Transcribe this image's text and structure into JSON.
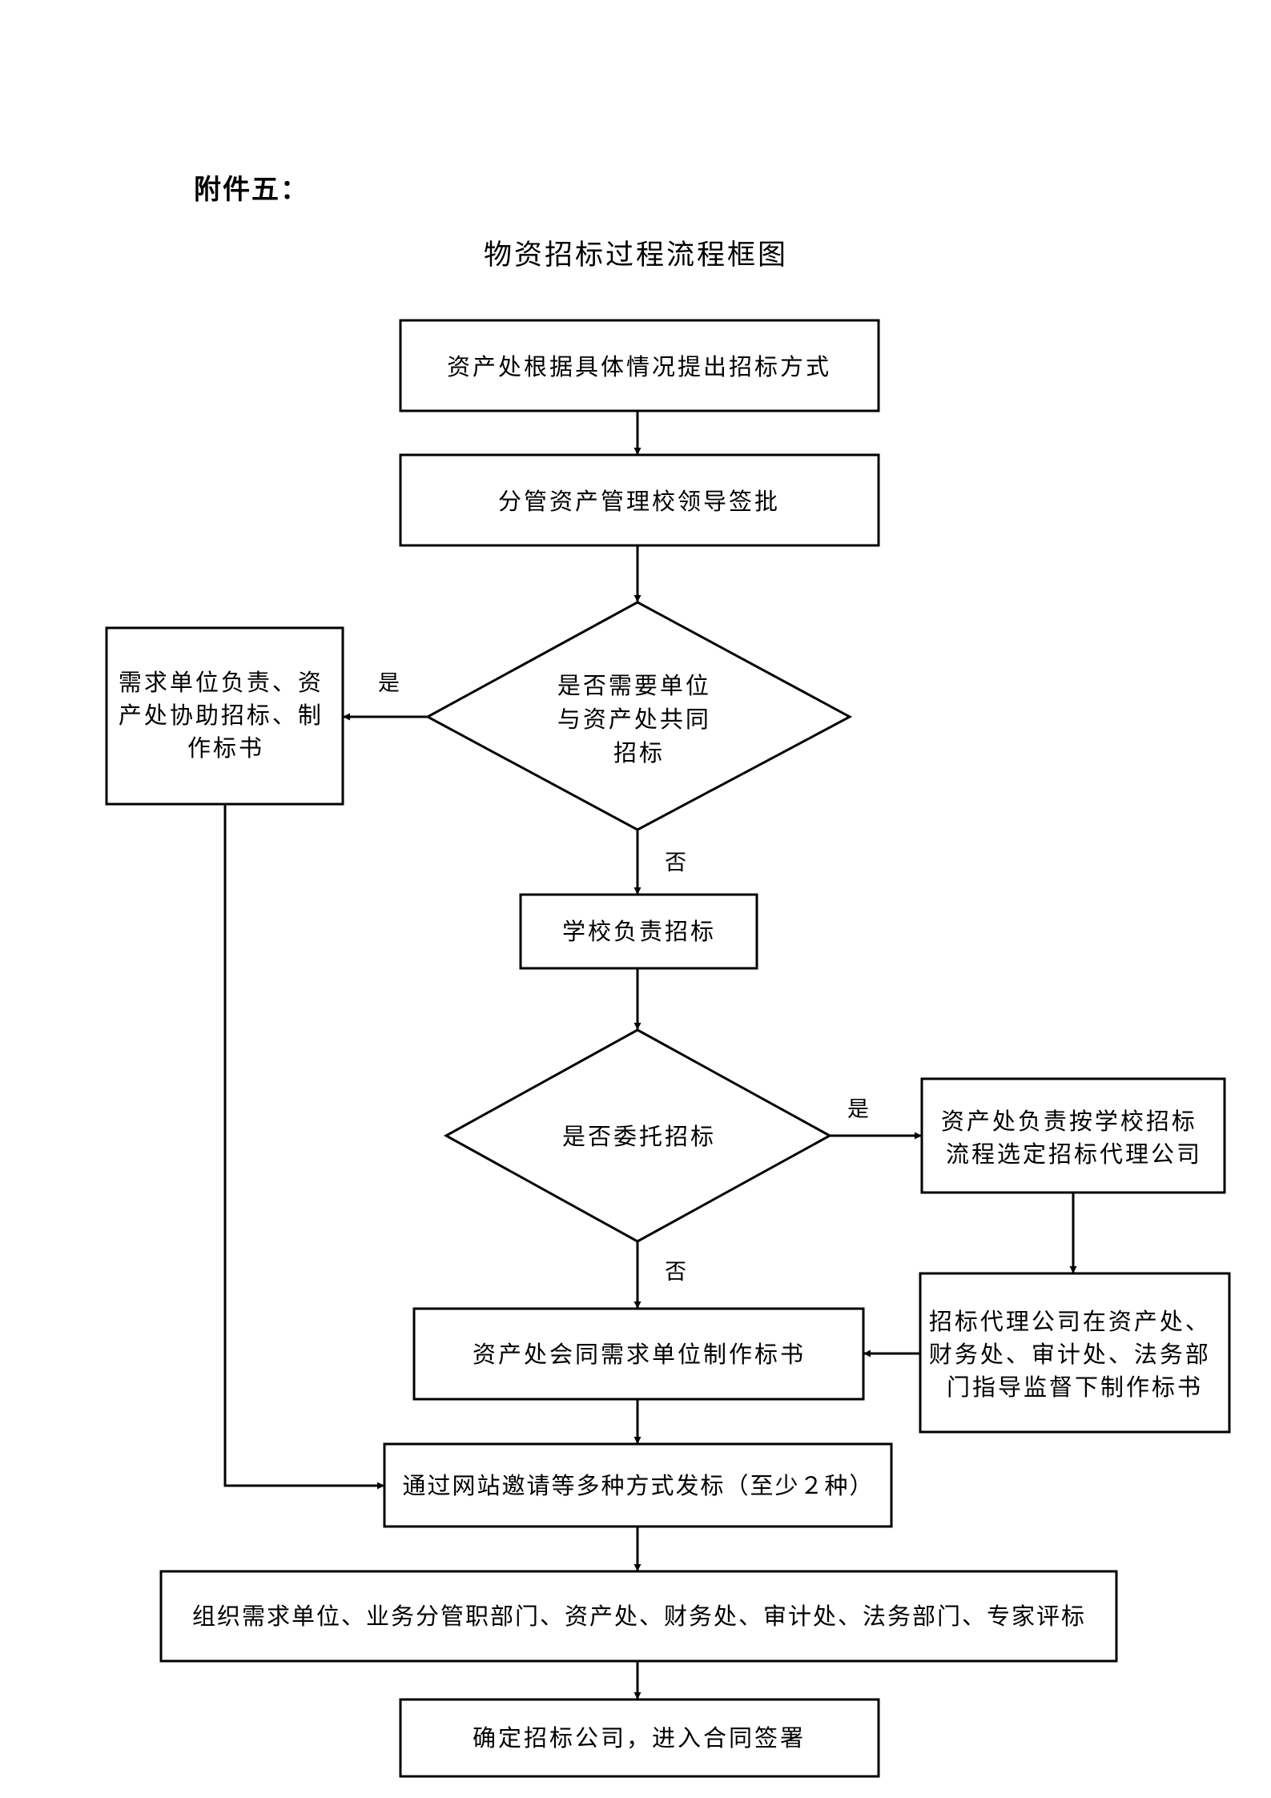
{
  "header": {
    "attachment_label": "附件五：",
    "title": "物资招标过程流程框图"
  },
  "nodes": {
    "propose": [
      "资产处根据具体情况提出招标方式"
    ],
    "approve": [
      "分管资产管理校领导签批"
    ],
    "joint_decision": [
      "是否需要单位",
      "与资产处共同",
      "招标"
    ],
    "dept_handle": [
      "需求单位负责、资",
      "产处协助招标、制",
      "作标书"
    ],
    "school_handle": [
      "学校负责招标"
    ],
    "entrust_decision": [
      "是否委托招标"
    ],
    "select_agent": [
      "资产处负责按学校招标",
      "流程选定招标代理公司"
    ],
    "agent_docs": [
      "招标代理公司在资产处、",
      "财务处、审计处、法务部",
      "门指导监督下制作标书"
    ],
    "asset_docs": [
      "资产处会同需求单位制作标书"
    ],
    "publish": [
      "通过网站邀请等多种方式发标（至少２种）"
    ],
    "evaluate": [
      "组织需求单位、业务分管职部门、资产处、财务处、审计处、法务部门、专家评标"
    ],
    "sign": [
      "确定招标公司，进入合同签署"
    ]
  },
  "edge_labels": {
    "yes_joint": "是",
    "no_joint": "否",
    "yes_entrust": "是",
    "no_entrust": "否"
  }
}
